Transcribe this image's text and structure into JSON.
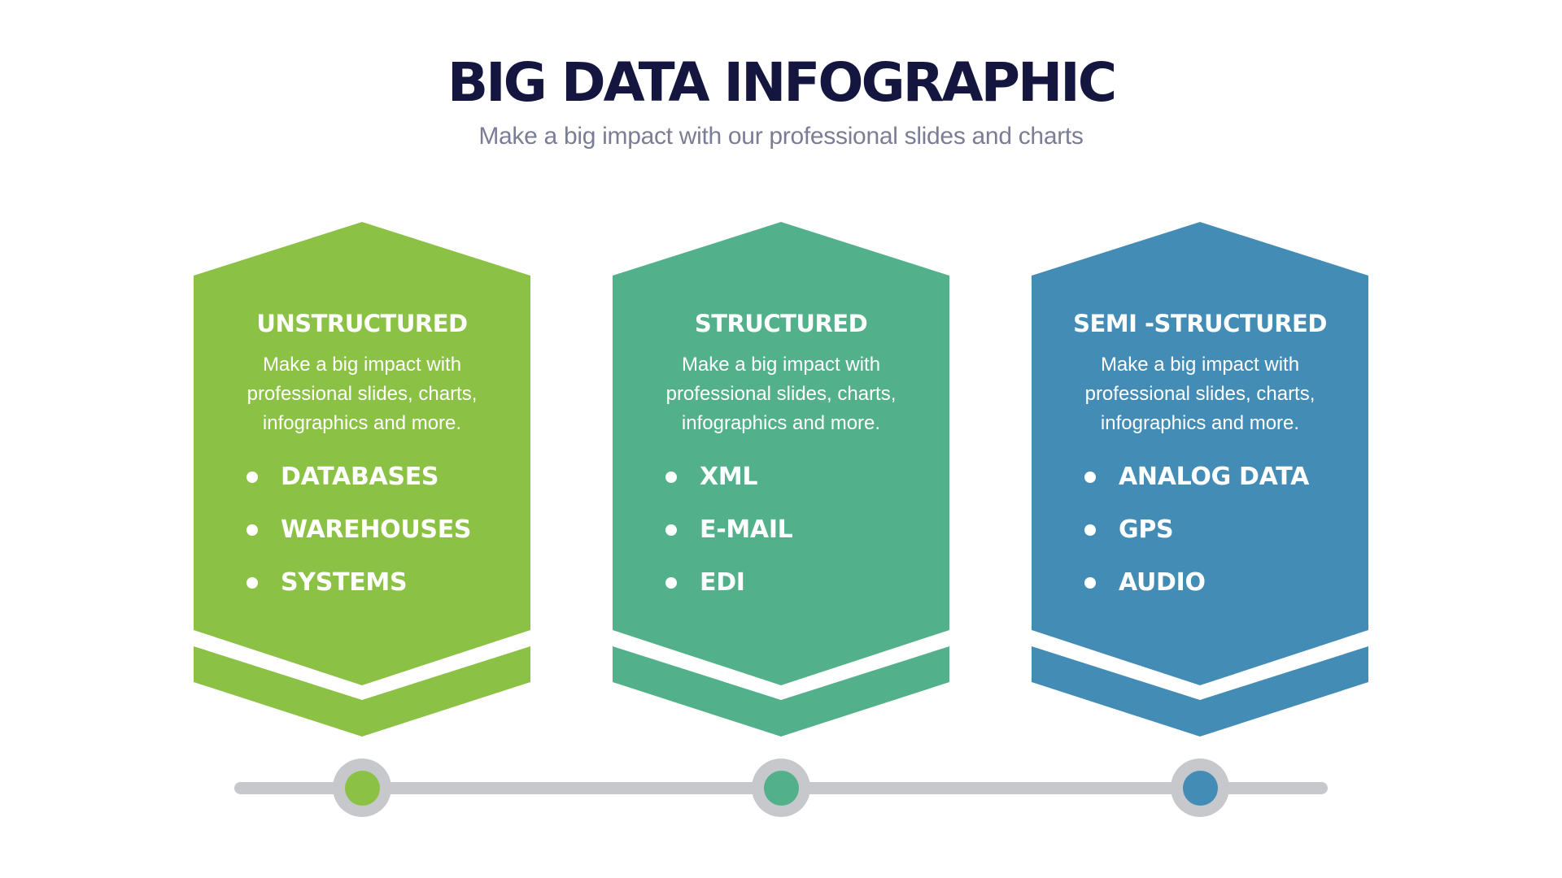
{
  "header": {
    "title": "BIG DATA INFOGRAPHIC",
    "subtitle": "Make a big impact with our professional slides and charts"
  },
  "cards": [
    {
      "heading": "UNSTRUCTURED",
      "description": "Make a big impact with professional slides, charts, infographics and more.",
      "color": "#8bc144",
      "items": [
        "DATABASES",
        "WAREHOUSES",
        "SYSTEMS"
      ]
    },
    {
      "heading": "STRUCTURED",
      "description": "Make a big impact with professional slides, charts, infographics and more.",
      "color": "#52b08b",
      "items": [
        "XML",
        "E-MAIL",
        "EDI"
      ]
    },
    {
      "heading": "SEMI -STRUCTURED",
      "description": "Make a big impact with professional slides, charts, infographics and more.",
      "color": "#438cb5",
      "items": [
        "ANALOG DATA",
        "GPS",
        "AUDIO"
      ]
    }
  ],
  "timeline": {
    "track_color": "#c6c8cc",
    "nodes": [
      {
        "color": "#8bc144"
      },
      {
        "color": "#52b08b"
      },
      {
        "color": "#438cb5"
      }
    ]
  },
  "colors": {
    "title": "#141640",
    "subtitle": "#7a7d95",
    "background": "#ffffff"
  }
}
